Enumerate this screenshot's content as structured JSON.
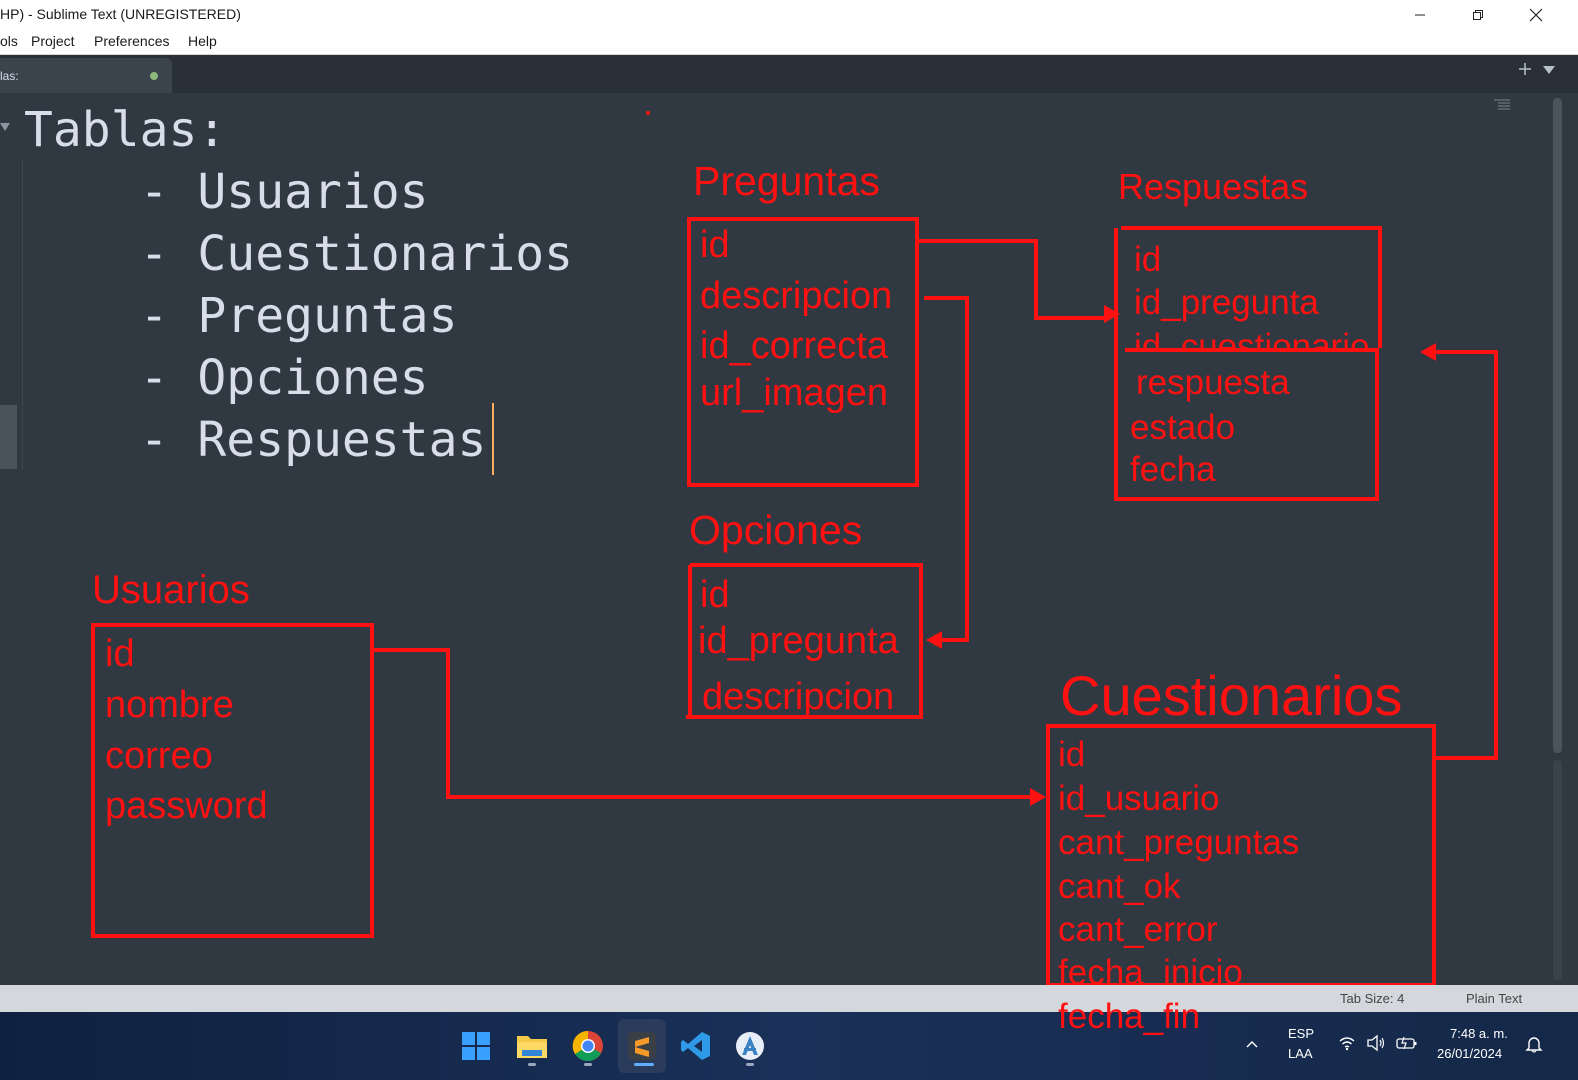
{
  "window": {
    "title": "HP) - Sublime Text (UNREGISTERED)",
    "minimize_icon": "minimize-icon",
    "maximize_icon": "restore-icon",
    "close_icon": "close-icon"
  },
  "menu": {
    "items": [
      {
        "label": "ols"
      },
      {
        "label": "Project"
      },
      {
        "label": "Preferences"
      },
      {
        "label": "Help"
      }
    ]
  },
  "tabs": {
    "active_label": "las:"
  },
  "editor": {
    "lines": [
      "Tablas:",
      "    - Usuarios",
      "    - Cuestionarios",
      "    - Preguntas",
      "    - Opciones",
      "    - Respuestas"
    ],
    "caret_color": "#f9ae58",
    "background": "#303841",
    "text_color": "#d8dee9"
  },
  "annotations": {
    "color": "#ff1111",
    "preguntas": {
      "title": "Preguntas",
      "fields": [
        "id",
        "descripcion",
        "id_correcta",
        "url_imagen"
      ]
    },
    "respuestas": {
      "title": "Respuestas",
      "fields": [
        "id",
        "id_pregunta",
        "id_cuestionario",
        "respuesta",
        "estado",
        "fecha"
      ]
    },
    "opciones": {
      "title": "Opciones",
      "fields": [
        "id",
        "id_pregunta",
        "descripcion"
      ]
    },
    "usuarios": {
      "title": "Usuarios",
      "fields": [
        "id",
        "nombre",
        "correo",
        "password"
      ]
    },
    "cuestionarios": {
      "title": "Cuestionarios",
      "fields": [
        "id",
        "id_usuario",
        "cant_preguntas",
        "cant_ok",
        "cant_error",
        "fecha_inicio",
        "fecha_fin"
      ]
    }
  },
  "statusbar": {
    "tab_size": "Tab Size: 4",
    "syntax": "Plain Text"
  },
  "taskbar": {
    "icons": [
      "windows-start-icon",
      "file-explorer-icon",
      "chrome-icon",
      "sublime-text-icon",
      "vscode-icon",
      "android-studio-icon"
    ],
    "lang_top": "ESP",
    "lang_bottom": "LAA",
    "time": "7:48 a. m.",
    "date": "26/01/2024"
  }
}
